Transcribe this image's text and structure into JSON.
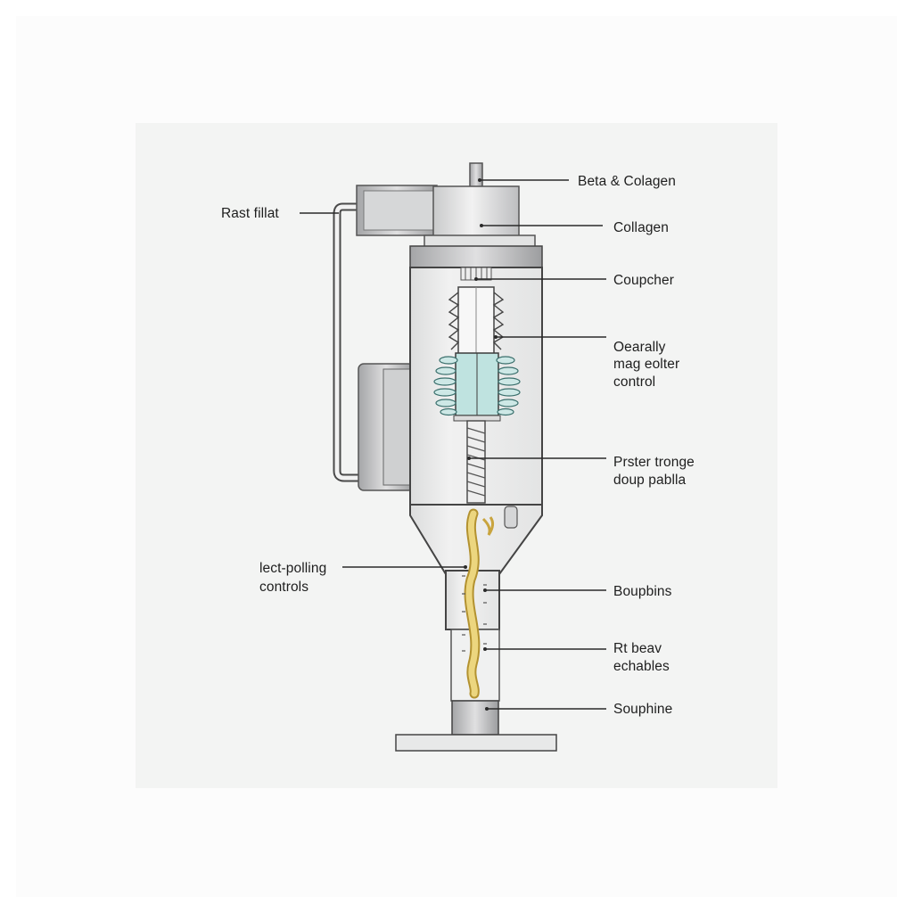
{
  "labels": {
    "beta_collagen": "Beta & Colagen",
    "collagen": "Collagen",
    "rast_fillat": "Rast fillat",
    "coupcher": "Coupcher",
    "oearally_line1": "Oearally",
    "oearally_line2": "mag eolter",
    "oearally_line3": "control",
    "prster_line1": "Prster tronge",
    "prster_line2": "doup pablla",
    "lect_line1": "lect-polling",
    "lect_line2": "controls",
    "boupbins": "Boupbins",
    "rt_beav_line1": "Rt beav",
    "rt_beav_line2": "echables",
    "souphine": "Souphine"
  },
  "colors": {
    "fluid": "#bfe3e0",
    "coil": "#e9d27a",
    "metal": "#d8d9da",
    "outline": "#3a3a3a",
    "leader": "#2a2a2a"
  }
}
